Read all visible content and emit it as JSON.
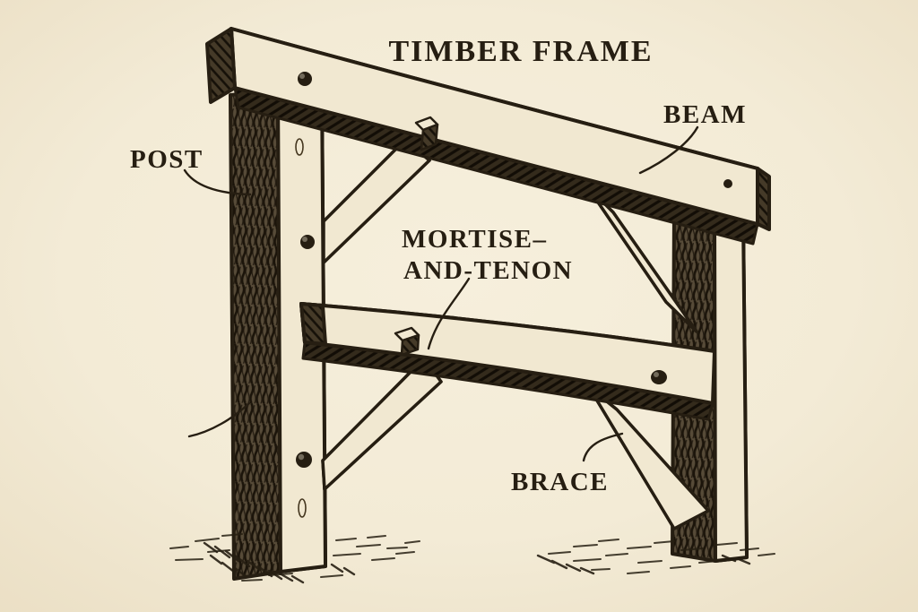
{
  "title": "TIMBER FRAME",
  "labels": {
    "post": "POST",
    "beam": "BEAM",
    "mortise_line1": "MORTISE–",
    "mortise_line2": "AND-TENON",
    "brace": "BRACE"
  },
  "colors": {
    "background": "#f6efdc",
    "background-mid": "#f3ebd6",
    "background-edge": "#eadec3",
    "ink": "#261e12",
    "wood-light": "#f1e8d1",
    "wood-grain": "#44361f",
    "wood-dark": "#574b38",
    "hatch-dark": "#1b140a",
    "underside": "#342b1c",
    "underside-stroke": "#120d06",
    "endgrain": "#453a28",
    "endgrain-stroke": "#151008"
  }
}
